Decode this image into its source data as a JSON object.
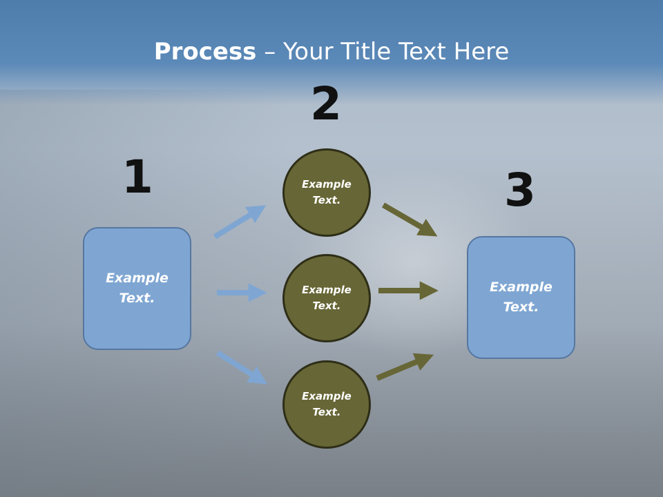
{
  "title": {
    "bold": "Process",
    "rest": " – Your Title Text Here"
  },
  "steps": {
    "one": "1",
    "two": "2",
    "three": "3"
  },
  "left_box": {
    "line1": "Example",
    "line2": "Text."
  },
  "circles": [
    {
      "line1": "Example",
      "line2": "Text."
    },
    {
      "line1": "Example",
      "line2": "Text."
    },
    {
      "line1": "Example",
      "line2": "Text."
    }
  ],
  "right_box": {
    "line1": "Example",
    "line2": "Text."
  },
  "colors": {
    "box_fill": "#7fa6d2",
    "circle_fill": "#676636",
    "blue_arrow": "#7fa6d2",
    "olive_arrow": "#676636",
    "header": "#5b89b8"
  }
}
